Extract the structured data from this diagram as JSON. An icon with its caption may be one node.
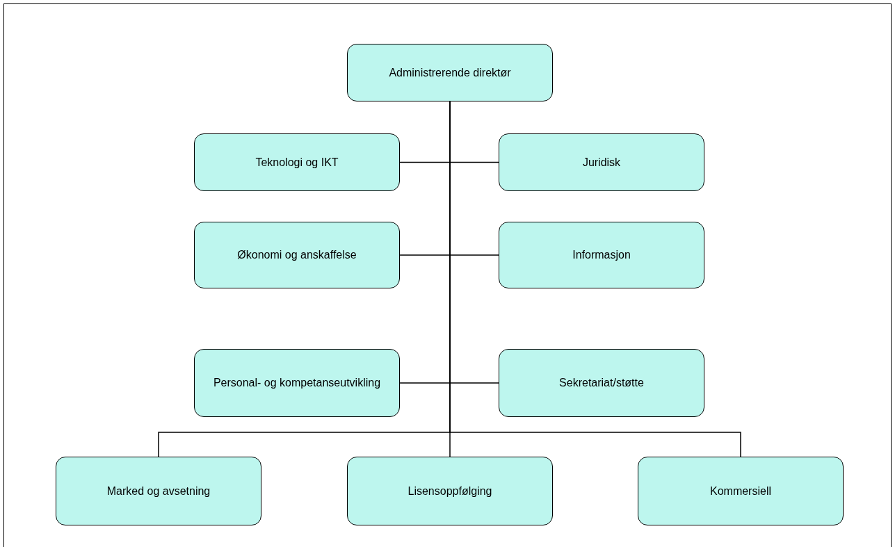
{
  "diagram": {
    "nodes": [
      {
        "text": [
          "Administrerende direktør"
        ]
      },
      {
        "text": [
          "Teknologi og IKT"
        ]
      },
      {
        "text": [
          "Juridisk"
        ]
      },
      {
        "text": [
          "Økonomi og anskaffelse"
        ]
      },
      {
        "text": [
          "Informasjon"
        ]
      },
      {
        "text": [
          "Personal- og kompetanseutvikling"
        ]
      },
      {
        "text": [
          "Sekretariat/støtte"
        ]
      },
      {
        "text": [
          "Marked og avsetning"
        ]
      },
      {
        "text": [
          "Lisensoppfølging"
        ]
      },
      {
        "text": [
          "Kommersiell"
        ]
      }
    ],
    "edges": [
      {
        "from": 0,
        "to": 1,
        "arrow": "none"
      },
      {
        "from": 0,
        "to": 2,
        "arrow": "none"
      },
      {
        "from": 0,
        "to": 3,
        "arrow": "none"
      },
      {
        "from": 0,
        "to": 4,
        "arrow": "none"
      },
      {
        "from": 0,
        "to": 5,
        "arrow": "none"
      },
      {
        "from": 0,
        "to": 6,
        "arrow": "none"
      },
      {
        "from": 0,
        "to": 7,
        "arrow": "none"
      },
      {
        "from": 0,
        "to": 8,
        "arrow": "none"
      },
      {
        "from": 0,
        "to": 9,
        "arrow": "none"
      }
    ]
  }
}
